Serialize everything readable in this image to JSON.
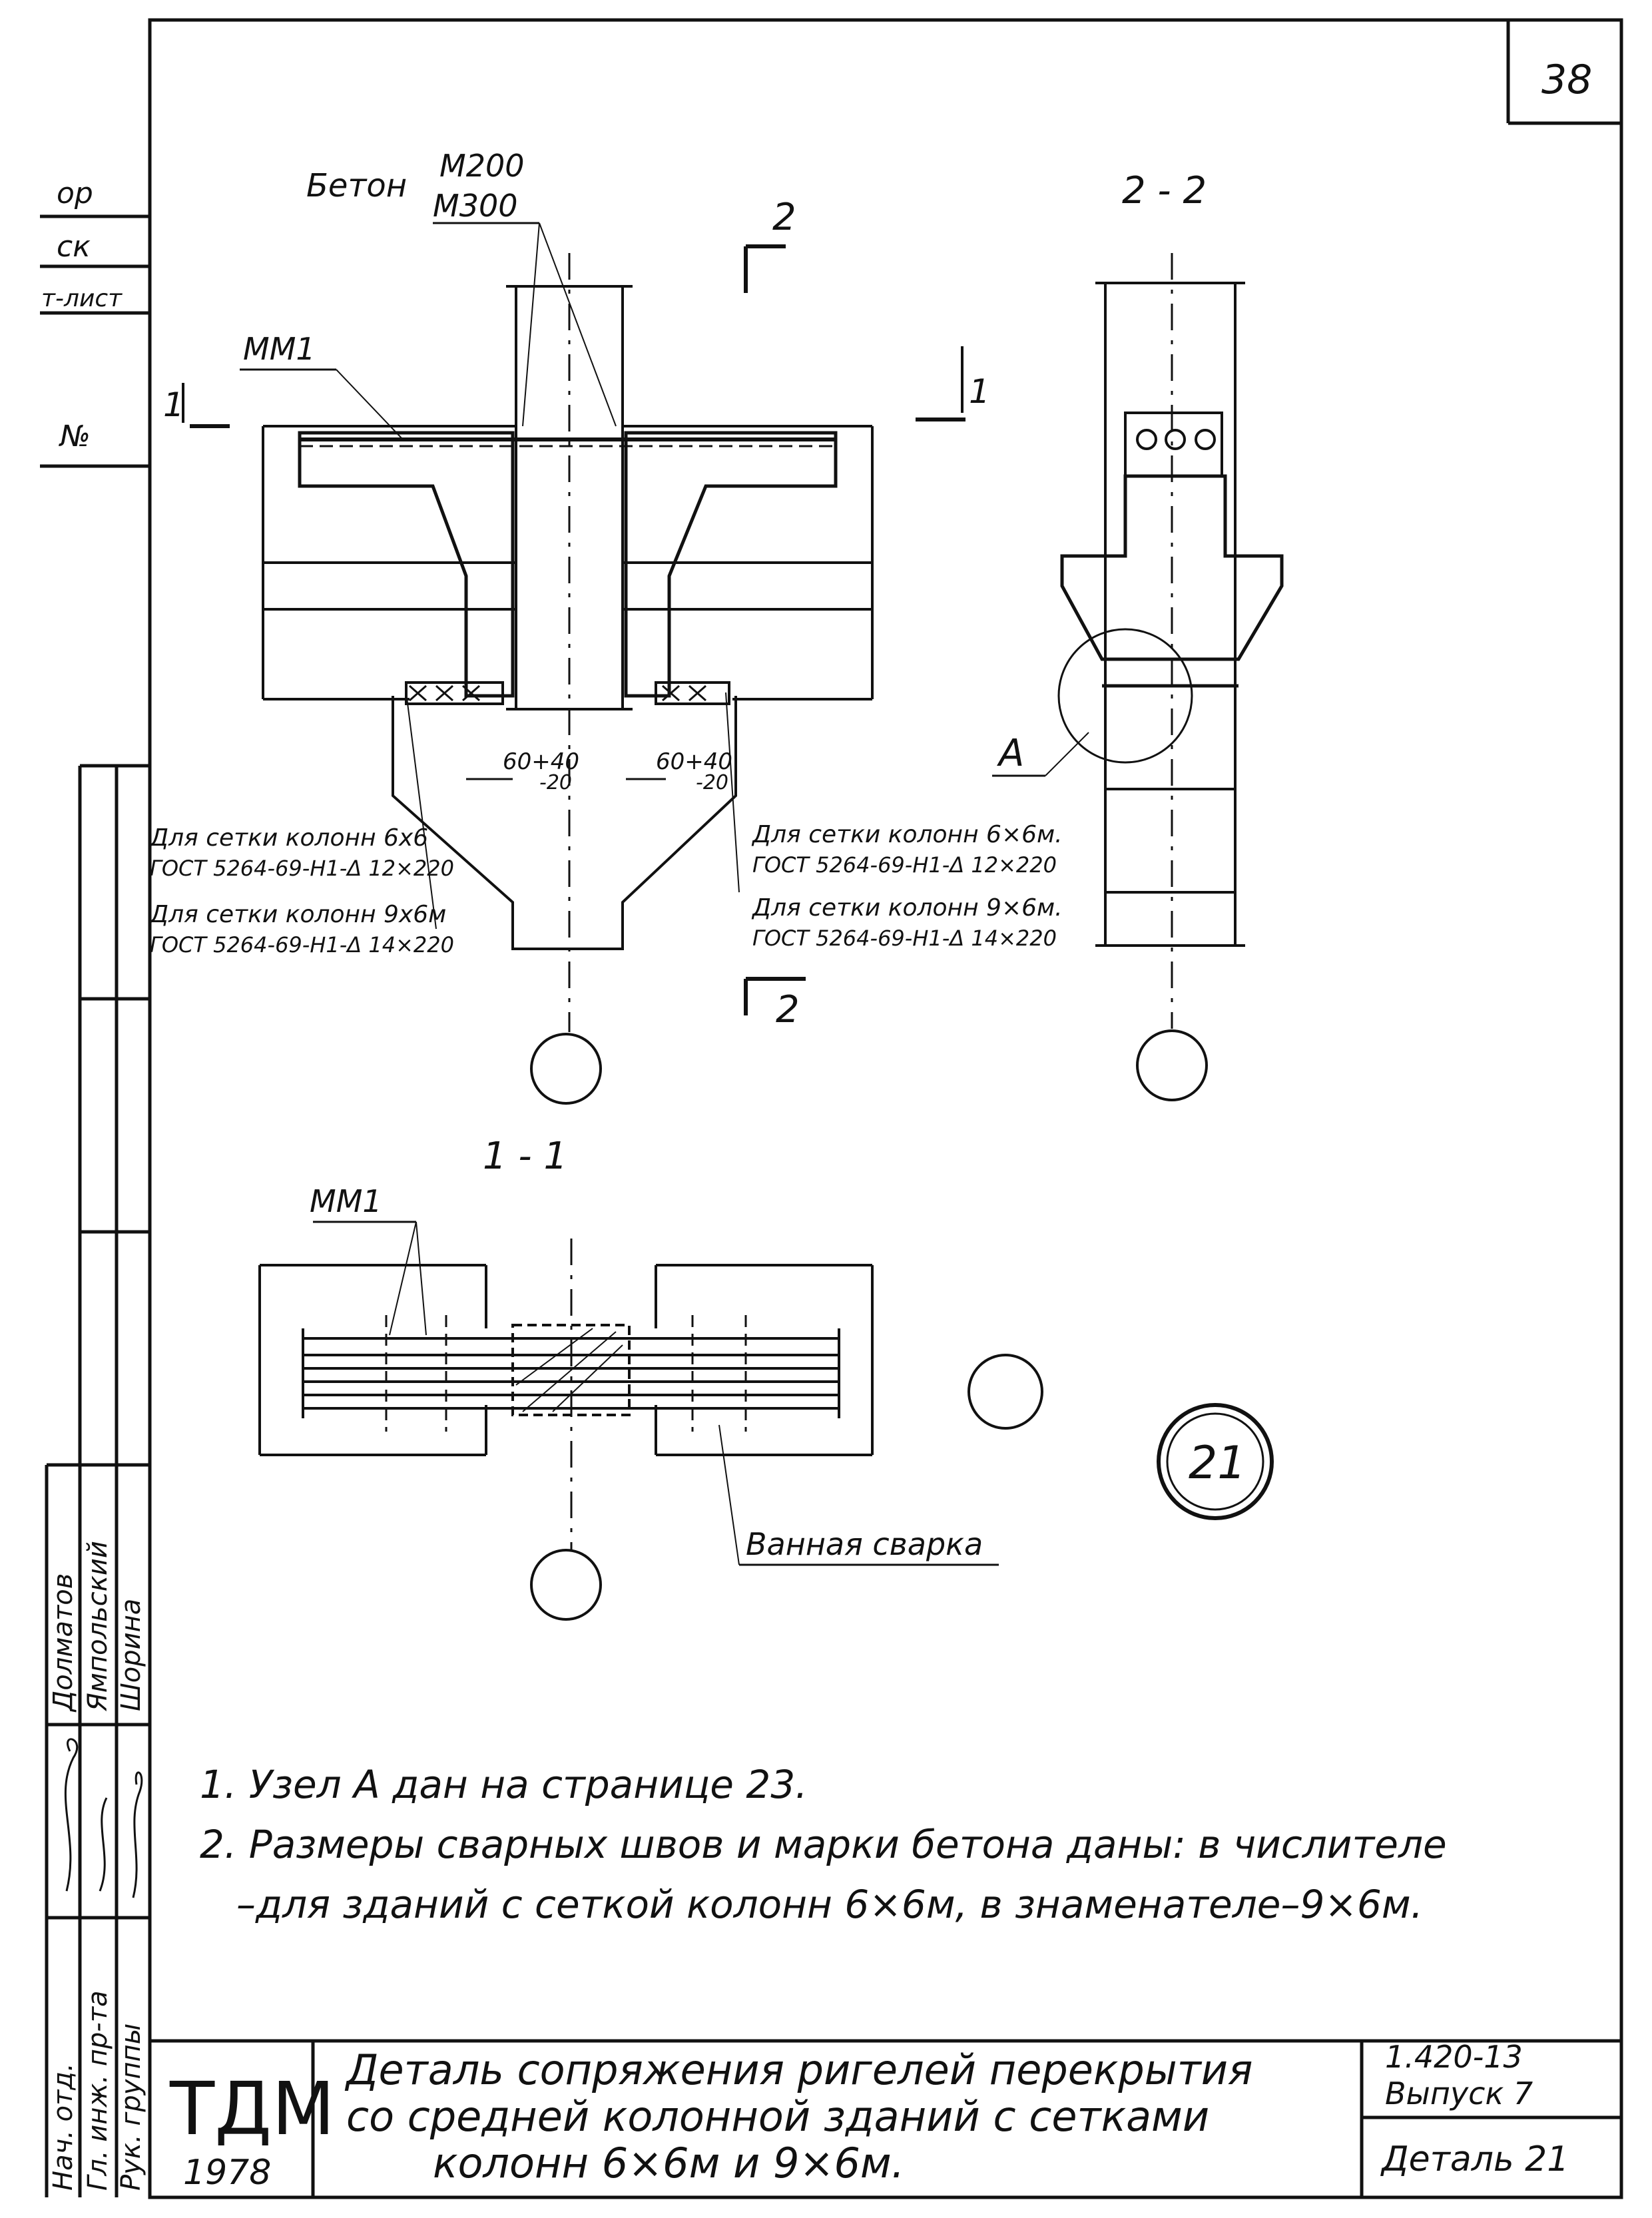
{
  "page_number": "38",
  "labels": {
    "beton": "Бетон",
    "beton_num": "М200",
    "beton_den": "М300",
    "mm1_top": "ММ1",
    "mm1_plan": "ММ1",
    "sec_mark_1_left": "1",
    "sec_mark_1_right": "1",
    "sec_mark_2_top": "2",
    "sec_mark_2_bottom": "2",
    "section_22_title": "2 - 2",
    "section_11_title": "1 - 1",
    "dim_left": "60+40",
    "dim_left_sub": "-20",
    "dim_right": "60+40",
    "dim_right_sub": "-20",
    "node_a": "А",
    "mesh_left_1": "Для сетки колонн 6x6",
    "mesh_left_1_gost": "ГОСТ 5264-69-Н1-Δ 12×220",
    "mesh_left_2": "Для сетки колонн 9x6м",
    "mesh_left_2_gost": "ГОСТ 5264-69-Н1-Δ 14×220",
    "mesh_right_1": "Для сетки колонн 6×6м.",
    "mesh_right_1_gost": "ГОСТ 5264-69-Н1-Δ 12×220",
    "mesh_right_2": "Для сетки колонн 9×6м.",
    "mesh_right_2_gost": "ГОСТ 5264-69-Н1-Δ 14×220",
    "bath_welding": "Ванная сварка",
    "detail_number": "21"
  },
  "notes": [
    "1. Узел А дан на странице 23.",
    "2. Размеры сварных швов и марки бетона даны: в числителе",
    "–для зданий с сеткой колонн 6×6м, в знаменателе–9×6м."
  ],
  "left_margin": {
    "top_fragments": [
      "ор",
      "ск",
      "т-лист",
      "№"
    ],
    "roles": [
      "Рук. группы",
      "Гл. инж. пр-та",
      "Нач. отд."
    ],
    "names": [
      "Шорина",
      "Ямпольский",
      "Долматов"
    ]
  },
  "title_block": {
    "org": "ТДМ",
    "year": "1978",
    "title_lines": [
      "Деталь сопряжения ригелей перекрытия",
      "со средней колонной зданий с сетками",
      "колонн 6×6м и 9×6м."
    ],
    "series": "1.420-13",
    "issue": "Выпуск 7",
    "detail": "Деталь 21"
  }
}
